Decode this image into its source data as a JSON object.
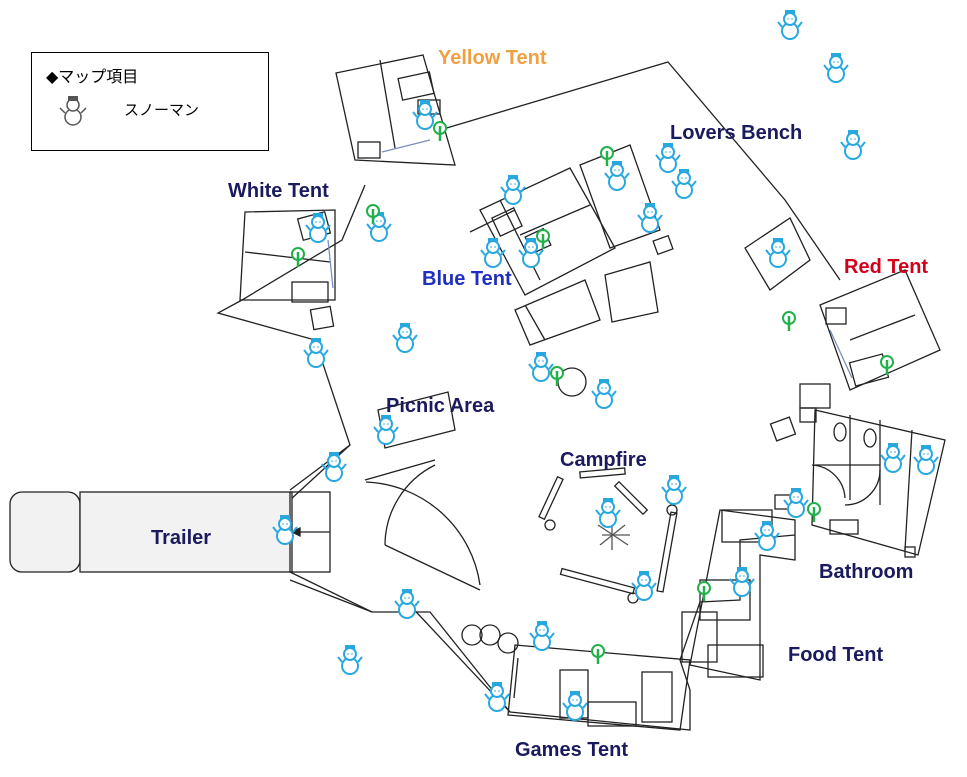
{
  "legend": {
    "title": "◆マップ項目",
    "items": [
      {
        "label": "スノーマン",
        "icon": "snowman-icon"
      }
    ]
  },
  "colors": {
    "snowman": "#29a8e0",
    "pin": "#22b04a",
    "navy_label": "#1a1a5e",
    "blue_label": "#1f2fbf",
    "yellow_label": "#f0a040",
    "red_label": "#d0021b",
    "walls": "#222222"
  },
  "areas": [
    {
      "id": "yellow-tent",
      "label": "Yellow Tent",
      "color": "yellow_label"
    },
    {
      "id": "lovers-bench",
      "label": "Lovers Bench",
      "color": "navy_label"
    },
    {
      "id": "white-tent",
      "label": "White Tent",
      "color": "navy_label"
    },
    {
      "id": "red-tent",
      "label": "Red Tent",
      "color": "red_label"
    },
    {
      "id": "blue-tent",
      "label": "Blue Tent",
      "color": "blue_label"
    },
    {
      "id": "picnic-area",
      "label": "Picnic Area",
      "color": "navy_label"
    },
    {
      "id": "campfire",
      "label": "Campfire",
      "color": "navy_label"
    },
    {
      "id": "trailer",
      "label": "Trailer",
      "color": "navy_label"
    },
    {
      "id": "bathroom",
      "label": "Bathroom",
      "color": "navy_label"
    },
    {
      "id": "food-tent",
      "label": "Food Tent",
      "color": "navy_label"
    },
    {
      "id": "games-tent",
      "label": "Games Tent",
      "color": "navy_label"
    }
  ]
}
